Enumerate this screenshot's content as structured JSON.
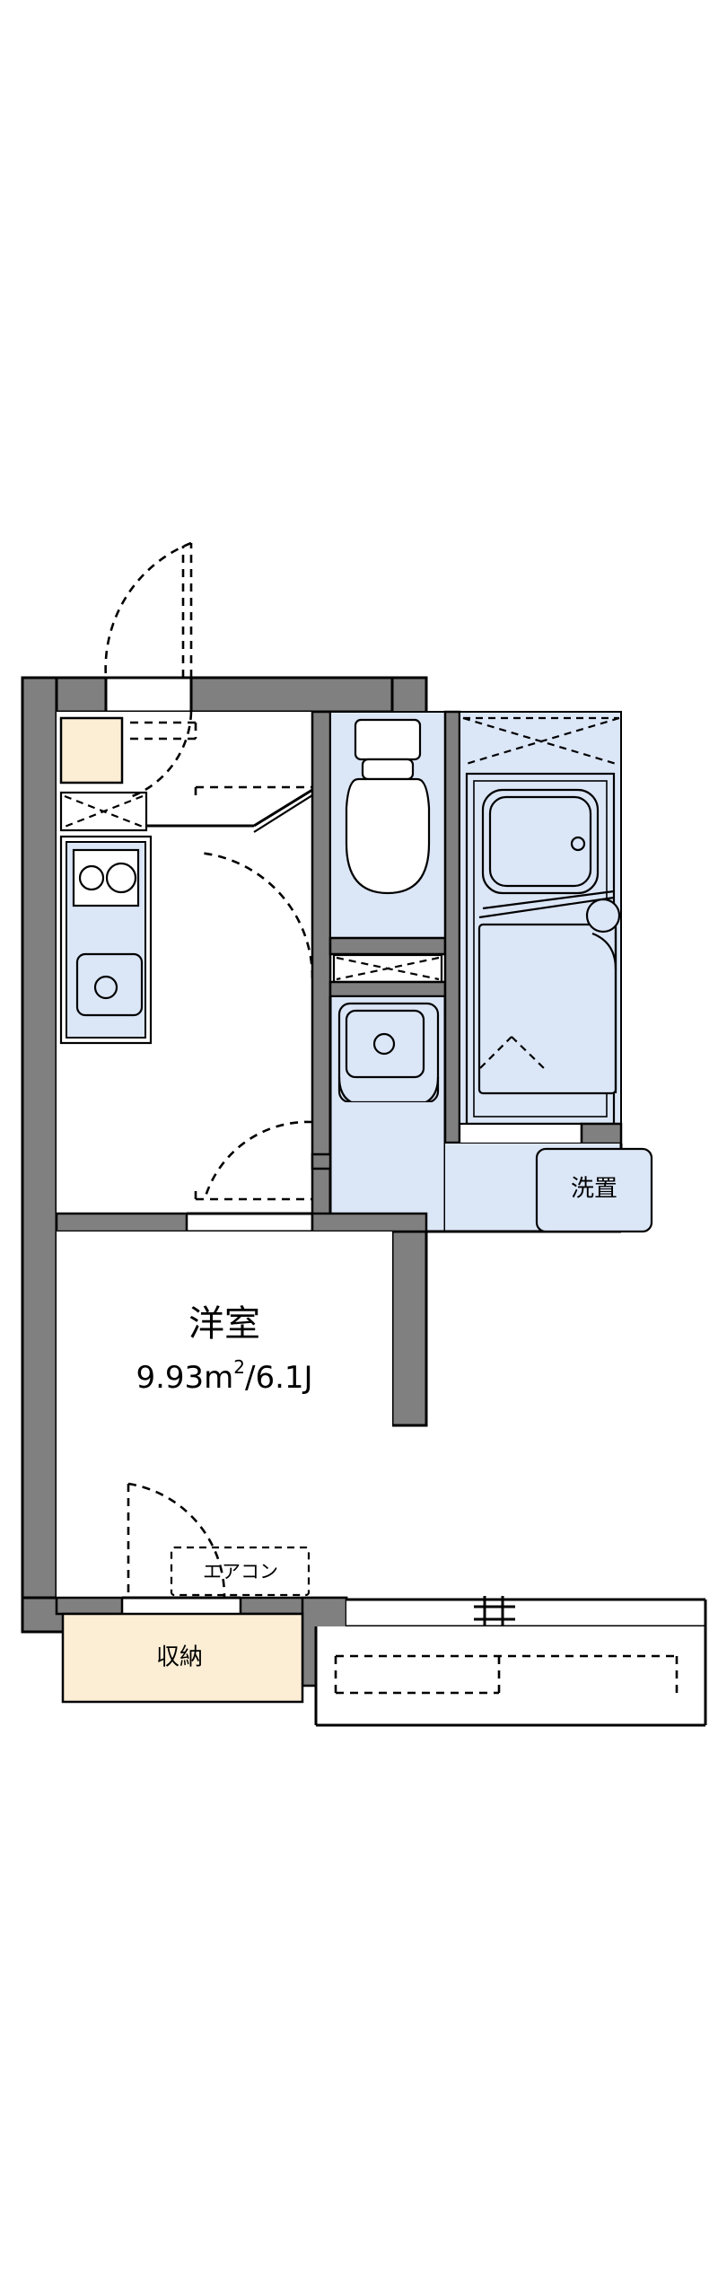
{
  "plan": {
    "type": "apartment-floor-plan",
    "orientation": "north-up",
    "rooms": [
      {
        "id": "main-room",
        "label": "洋室",
        "area_label": "9.93m²/6.1J",
        "area_sqm": 9.93,
        "area_jo": 6.1,
        "kind": "western-style-room"
      },
      {
        "id": "closet",
        "label": "収納",
        "kind": "storage"
      },
      {
        "id": "laundry",
        "label": "洗置",
        "kind": "washing-machine-space"
      },
      {
        "id": "aircon",
        "label": "エアコン",
        "kind": "air-conditioner"
      }
    ],
    "fixtures": [
      {
        "id": "toilet",
        "name": "toilet-fixture"
      },
      {
        "id": "bathtub",
        "name": "bathtub-fixture"
      },
      {
        "id": "washbasin",
        "name": "washbasin-fixture"
      },
      {
        "id": "kitchen-sink",
        "name": "kitchen-sink-fixture"
      },
      {
        "id": "stove",
        "name": "two-burner-stove-fixture"
      },
      {
        "id": "refrigerator",
        "name": "refrigerator-space"
      },
      {
        "id": "balcony",
        "name": "balcony-area"
      }
    ],
    "colors": {
      "wall": "#808080",
      "water_area": "#dbe6f7",
      "closet_area": "#fceed5",
      "line": "#000000",
      "background": "#ffffff"
    }
  },
  "labels": {
    "main_room_name": "洋室",
    "main_room_area": "9.93m",
    "main_room_area_sup": "2",
    "main_room_area_rest": "/6.1J",
    "closet": "収納",
    "laundry": "洗置",
    "aircon": "エアコン"
  }
}
